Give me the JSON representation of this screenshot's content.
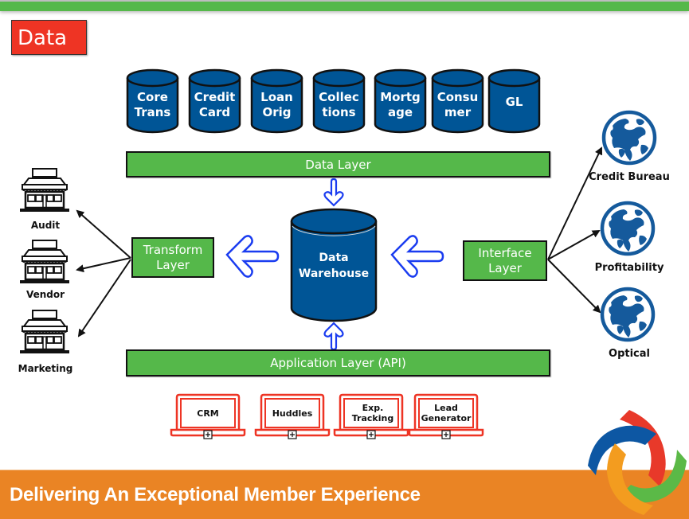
{
  "slide": {
    "title": "Data",
    "footer_text": "Delivering An Exceptional Member Experience"
  },
  "colors": {
    "top_bar": "#55b84a",
    "title_bg": "#ee3424",
    "cylinder": "#005596",
    "layer_green": "#55b84a",
    "arrow_blue": "#1a3cf0",
    "laptop_red": "#ee3424",
    "footer_orange": "#ea8424",
    "logo_red": "#e8392a",
    "logo_blue": "#0d57a3",
    "logo_green": "#5bb947",
    "logo_orange": "#f39c1f"
  },
  "sources": [
    {
      "line1": "Core",
      "line2": "Trans"
    },
    {
      "line1": "Credit",
      "line2": "Card"
    },
    {
      "line1": "Loan",
      "line2": "Orig"
    },
    {
      "line1": "Collec",
      "line2": "tions"
    },
    {
      "line1": "Mortg",
      "line2": "age"
    },
    {
      "line1": "Consu",
      "line2": "mer"
    },
    {
      "line1": "GL",
      "line2": ""
    }
  ],
  "layers": {
    "data_layer": "Data Layer",
    "application_layer": "Application Layer (API)",
    "transform_layer": {
      "line1": "Transform",
      "line2": "Layer"
    },
    "interface_layer": {
      "line1": "Interface",
      "line2": "Layer"
    }
  },
  "warehouse": {
    "line1": "Data",
    "line2": "Warehouse"
  },
  "outputs_left": [
    {
      "label": "Audit",
      "icon": "storefront-icon"
    },
    {
      "label": "Vendor",
      "icon": "storefront-icon"
    },
    {
      "label": "Marketing",
      "icon": "storefront-icon"
    }
  ],
  "outputs_right": [
    {
      "label": "Credit Bureau",
      "icon": "globe-icon"
    },
    {
      "label": "Profitability",
      "icon": "globe-icon"
    },
    {
      "label": "Optical",
      "icon": "globe-icon"
    }
  ],
  "applications": [
    {
      "line1": "CRM",
      "line2": ""
    },
    {
      "line1": "Huddles",
      "line2": ""
    },
    {
      "line1": "Exp.",
      "line2": "Tracking"
    },
    {
      "line1": "Lead",
      "line2": "Generator"
    }
  ]
}
